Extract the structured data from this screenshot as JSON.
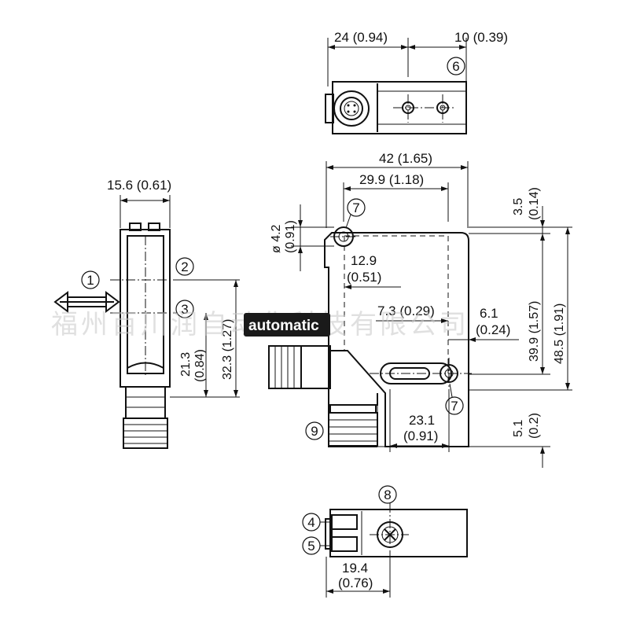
{
  "dimensions": {
    "top_view_width": "24 (0.94)",
    "top_view_offset": "10 (0.39)",
    "side_width": "15.6 (0.61)",
    "front_total_width": "42 (1.65)",
    "front_inner_width": "29.9 (1.18)",
    "hole_diameter": "ø 4.2",
    "hole_diameter_in": "(0.91)",
    "offset_12_9": "12.9",
    "offset_12_9_in": "(0.51)",
    "offset_7_3": "7.3 (0.29)",
    "offset_6_1": "6.1",
    "offset_6_1_in": "(0.24)",
    "offset_23_1": "23.1",
    "offset_23_1_in": "(0.91)",
    "top_3_5": "3.5",
    "top_3_5_in": "(0.14)",
    "height_39_9": "39.9 (1.57)",
    "height_48_5": "48.5 (1.91)",
    "bottom_5_1": "5.1",
    "bottom_5_1_in": "(0.2)",
    "side_21_3": "21.3",
    "side_21_3_in": "(0.84)",
    "side_32_3": "32.3 (1.27)",
    "bottom_19_4": "19.4",
    "bottom_19_4_in": "(0.76)"
  },
  "callouts": {
    "c1": "1",
    "c2": "2",
    "c3": "3",
    "c4": "4",
    "c5": "5",
    "c6": "6",
    "c7a": "7",
    "c7b": "7",
    "c8": "8",
    "c9": "9"
  },
  "watermark": {
    "text": "福州百川润自动化科技有限公司",
    "logo": "automatic"
  },
  "colors": {
    "line": "#111111",
    "watermark": "#c8c8c8",
    "logo_bg": "#1a1a1a"
  }
}
